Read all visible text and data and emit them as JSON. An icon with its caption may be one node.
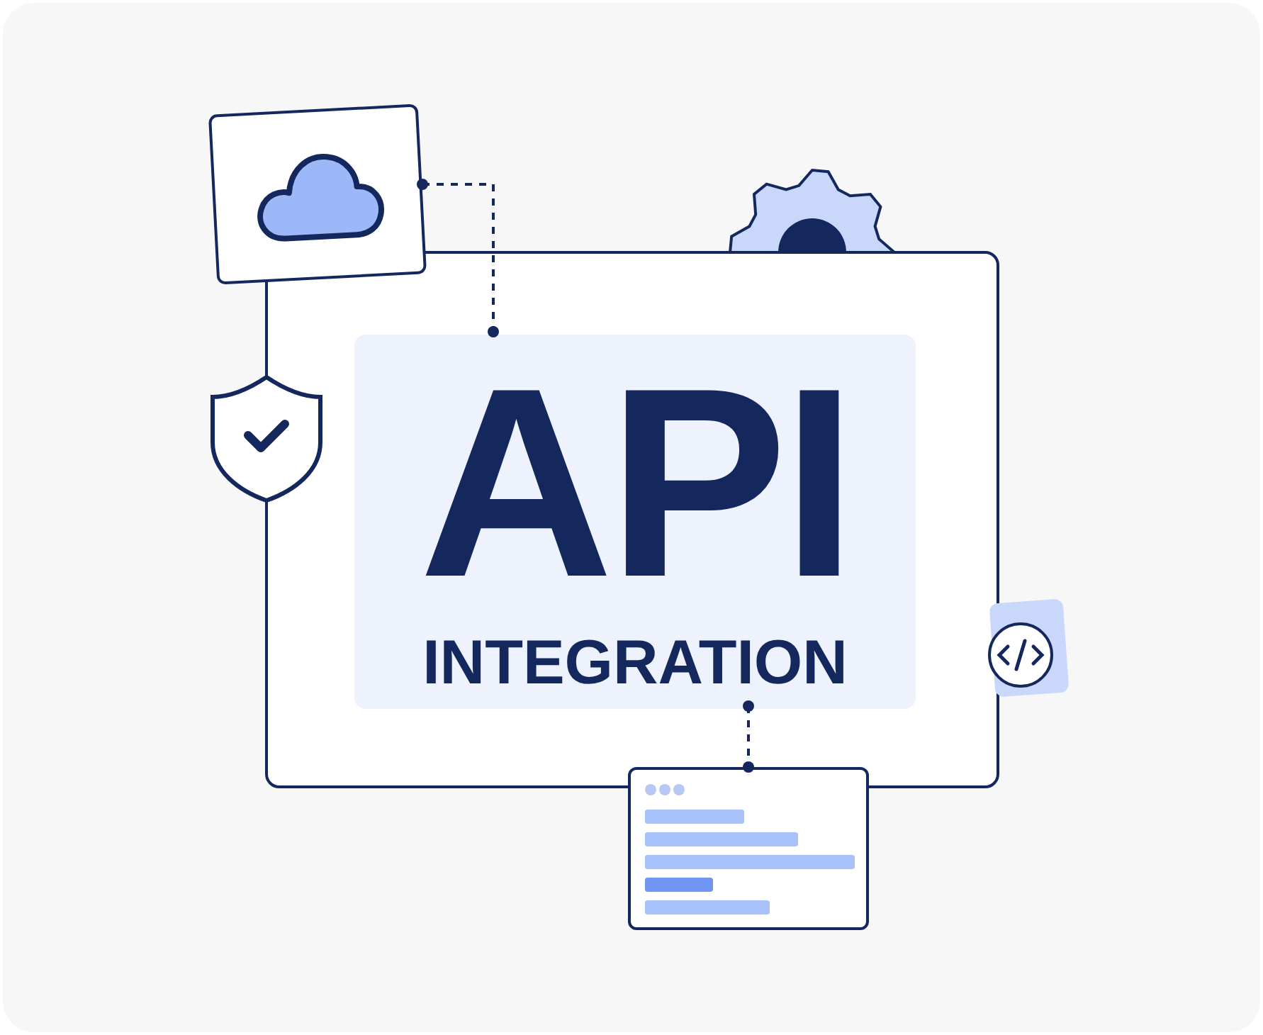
{
  "diagram": {
    "nodes": [
      {
        "text": [],
        "shape": "picture"
      },
      {
        "text": [],
        "shape": "box"
      },
      {
        "text": [
          "API",
          "INTEGRATION"
        ],
        "in": 1
      },
      {
        "text": [],
        "shape": "picture"
      }
    ],
    "edges": [
      {
        "from": 0,
        "to": 2,
        "arrow": "other",
        "style": "dashed"
      },
      {
        "from": 2,
        "to": 3,
        "arrow": "other",
        "style": "dashed"
      }
    ]
  }
}
